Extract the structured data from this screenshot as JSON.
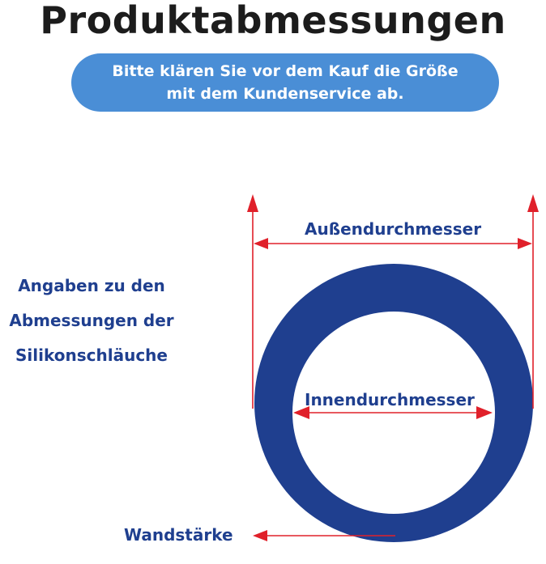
{
  "title": "Produktabmessungen",
  "banner": {
    "line1": "Bitte klären Sie vor dem Kauf die Größe",
    "line2": "mit dem Kundenservice ab.",
    "color": "#4a8ed6"
  },
  "side_text": {
    "line1": "Angaben zu den",
    "line2": "Abmessungen der",
    "line3": "Silikonschläuche"
  },
  "labels": {
    "outer": "Außendurchmesser",
    "inner": "Innendurchmesser",
    "wall": "Wandstärke"
  },
  "colors": {
    "ring": "#1f3f8f",
    "arrows": "#e0202a",
    "text": "#1f3f8f"
  }
}
